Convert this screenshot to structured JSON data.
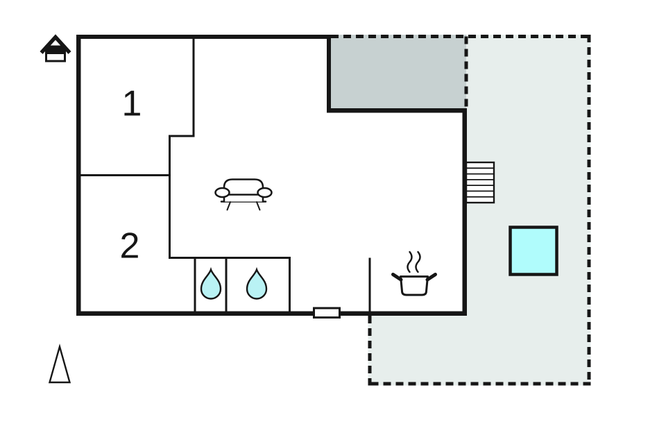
{
  "colors": {
    "wall": "#161616",
    "interior": "#ffffff",
    "terrace": "#e7eeec",
    "covered_terrace": "#c7d1d1",
    "pool": "#b0fcfc",
    "water_drop": "#b9f2f4"
  },
  "rooms": {
    "room1_label": "1",
    "room2_label": "2"
  },
  "icons": {
    "entrance": "house-icon",
    "north_arrow": "north-arrow-icon",
    "living_room": "sofa-icon",
    "bathroom_1": "water-drop-icon",
    "bathroom_2": "water-drop-icon",
    "kitchen": "cooking-pot-icon",
    "stairs": "stairs-icon",
    "pool": "pool-icon",
    "window": "window-marker"
  }
}
